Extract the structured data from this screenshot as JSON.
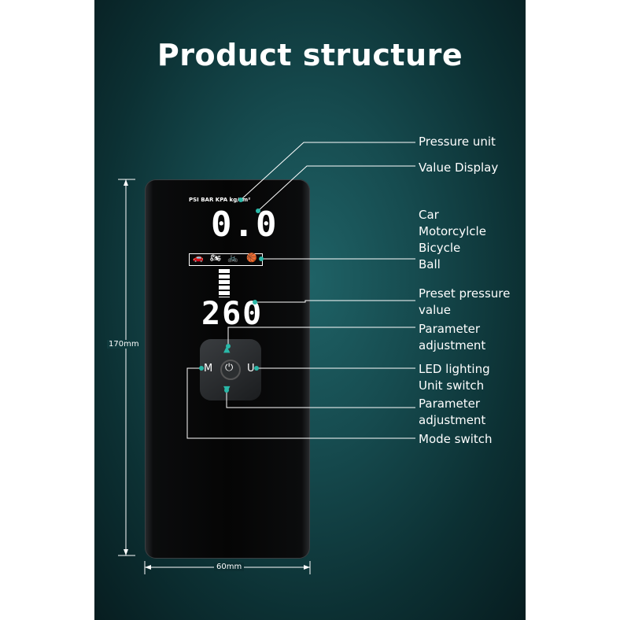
{
  "title": "Product structure",
  "labels": {
    "pressure_unit": "Pressure unit",
    "value_display": "Value Display",
    "vehicle_types": "Car\nMotorcylcle\nBicycle\nBall",
    "preset_pressure": "Preset pressure\nvalue",
    "param_adjust_up": "Parameter\nadjustment",
    "led_unit": "LED lighting\nUnit switch",
    "param_adjust_down": "Parameter\nadjustment",
    "mode_switch": "Mode switch"
  },
  "dimensions": {
    "height": "170mm",
    "width": "60mm"
  },
  "display": {
    "units": "PSI BAR KPA kg/cm²",
    "current_value": "0.0",
    "preset_value": "260"
  },
  "buttons": {
    "mode": "M",
    "unit": "U"
  },
  "colors": {
    "accent": "#2ab8a8",
    "background": "#164b4f"
  }
}
